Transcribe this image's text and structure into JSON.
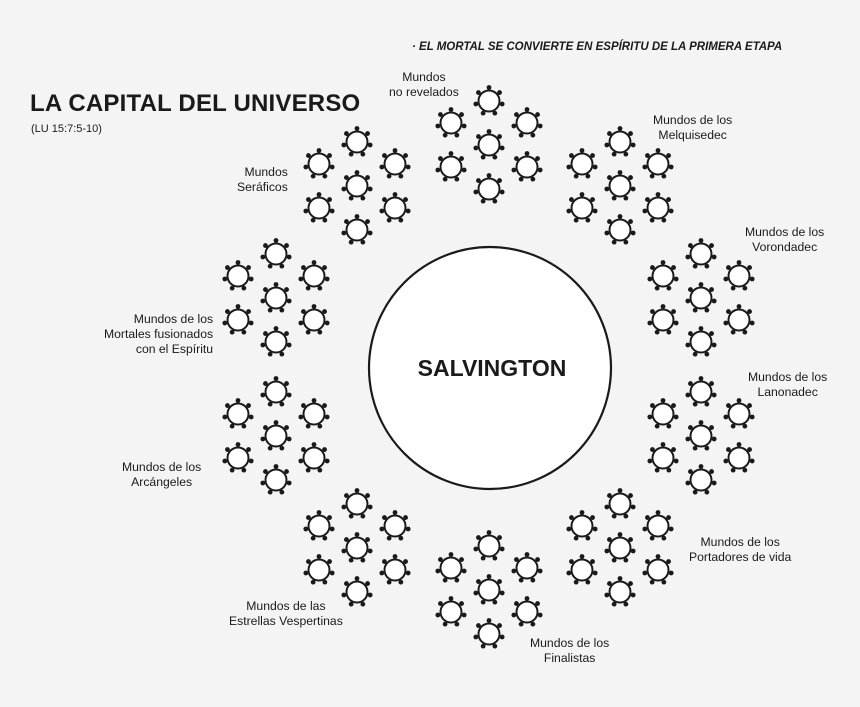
{
  "title": "LA CAPITAL DEL UNIVERSO",
  "reference": "(LU 15:7:5-10)",
  "note": "· EL MORTAL SE CONVIERTE EN ESPÍRITU DE LA PRIMERA ETAPA",
  "center": "SALVINGTON",
  "colors": {
    "background": "#f4f4f4",
    "ink": "#1a1a1a",
    "circle_fill": "#ffffff"
  },
  "groups": [
    {
      "id": "no-revelados",
      "lines": [
        "Mundos",
        "no revelados"
      ]
    },
    {
      "id": "melquisedec",
      "lines": [
        "Mundos de los",
        "Melquisedec"
      ]
    },
    {
      "id": "vorondadec",
      "lines": [
        "Mundos de los",
        "Vorondadec"
      ]
    },
    {
      "id": "lanonadec",
      "lines": [
        "Mundos de los",
        "Lanonadec"
      ]
    },
    {
      "id": "portadores-de-vida",
      "lines": [
        "Mundos de los",
        "Portadores de vida"
      ]
    },
    {
      "id": "finalistas",
      "lines": [
        "Mundos de los",
        "Finalistas"
      ]
    },
    {
      "id": "estrellas-vespertinas",
      "lines": [
        "Mundos de las",
        "Estrellas Vespertinas"
      ]
    },
    {
      "id": "arcangeles",
      "lines": [
        "Mundos de los",
        "Arcángeles"
      ]
    },
    {
      "id": "mortales-fusionados",
      "lines": [
        "Mundos de los",
        "Mortales fusionados",
        "con el Espíritu"
      ]
    },
    {
      "id": "seraficos",
      "lines": [
        "Mundos",
        "Seráficos"
      ]
    }
  ]
}
